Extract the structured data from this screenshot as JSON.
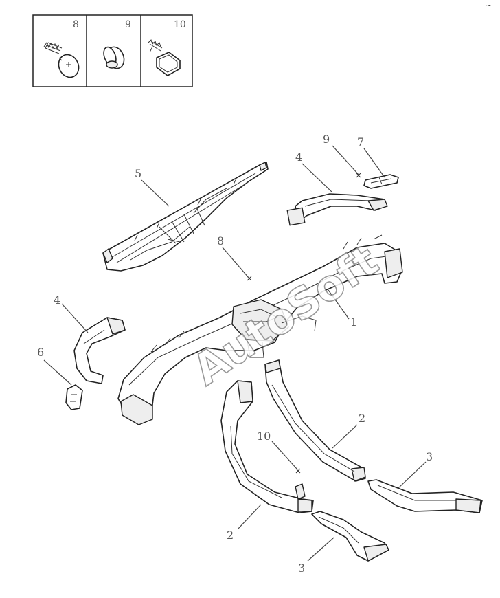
{
  "inset_labels": [
    "8",
    "9",
    "10"
  ],
  "callouts": {
    "c5": "5",
    "c9": "9",
    "c7": "7",
    "c4a": "4",
    "c8": "8",
    "c1": "1",
    "c4b": "4",
    "c6": "6",
    "c2a": "2",
    "c10": "10",
    "c3a": "3",
    "c2b": "2",
    "c3b": "3"
  },
  "watermark": "AutoSoft",
  "corner_mark": "~"
}
